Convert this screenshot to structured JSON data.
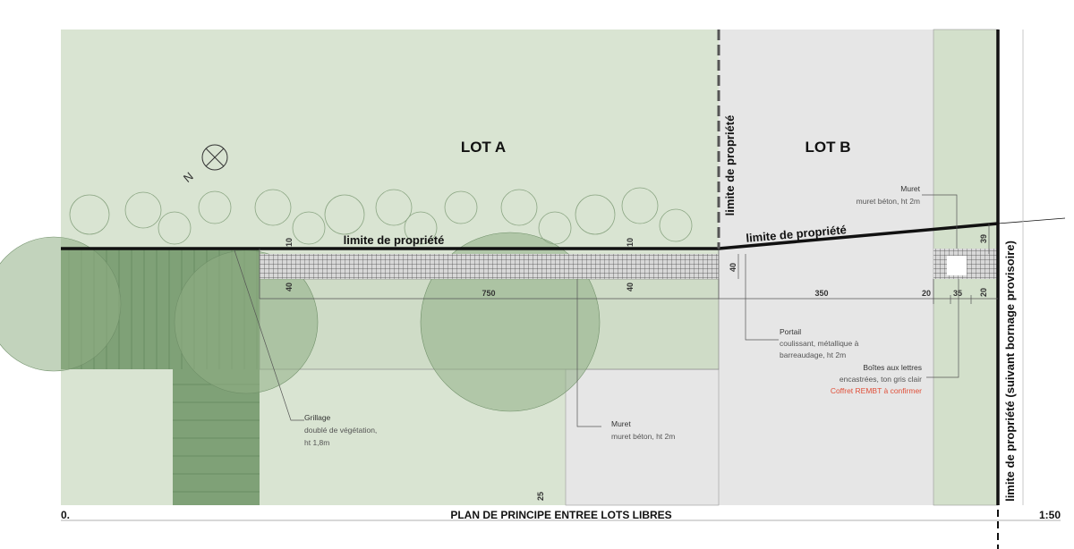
{
  "lots": {
    "a": "LOT A",
    "b": "LOT B"
  },
  "boundaries": {
    "main": "limite de propriété",
    "lot_b": "limite de propriété",
    "vertical_mid": "limite de propriété",
    "vertical_right": "limite de propriété (suivant bornage provisoire)"
  },
  "dimensions": {
    "d10_left": "10",
    "d40_left": "40",
    "d750": "750",
    "d10_right": "10",
    "d40_right": "40",
    "d40_gate": "40",
    "d350": "350",
    "d20": "20",
    "d35": "35",
    "d20b": "20",
    "d39": "39",
    "d25": "25"
  },
  "annotations": {
    "muret_top": {
      "title": "Muret",
      "desc": "muret béton, ht 2m"
    },
    "portail": {
      "title": "Portail",
      "desc1": "coulissant, métallique à",
      "desc2": "barreaudage, ht 2m"
    },
    "boites": {
      "title": "Boîtes aux lettres",
      "desc": "encastrées, ton gris clair",
      "note": "Coffret REMBT à confirmer"
    },
    "grillage": {
      "title": "Grillage",
      "desc1": "doublé de végétation,",
      "desc2": "ht 1,8m"
    },
    "muret_bottom": {
      "title": "Muret",
      "desc": "muret béton, ht 2m"
    }
  },
  "north": "N",
  "footer": {
    "number": "0.",
    "title": "PLAN DE PRINCIPE ENTREE LOTS LIBRES",
    "scale": "1:50"
  },
  "colors": {
    "lawn": "#d9e4d2",
    "paving": "#e6e6e6",
    "dark_green": "#86a67e",
    "tree": "#9bb690",
    "note_red": "#e0503a"
  }
}
